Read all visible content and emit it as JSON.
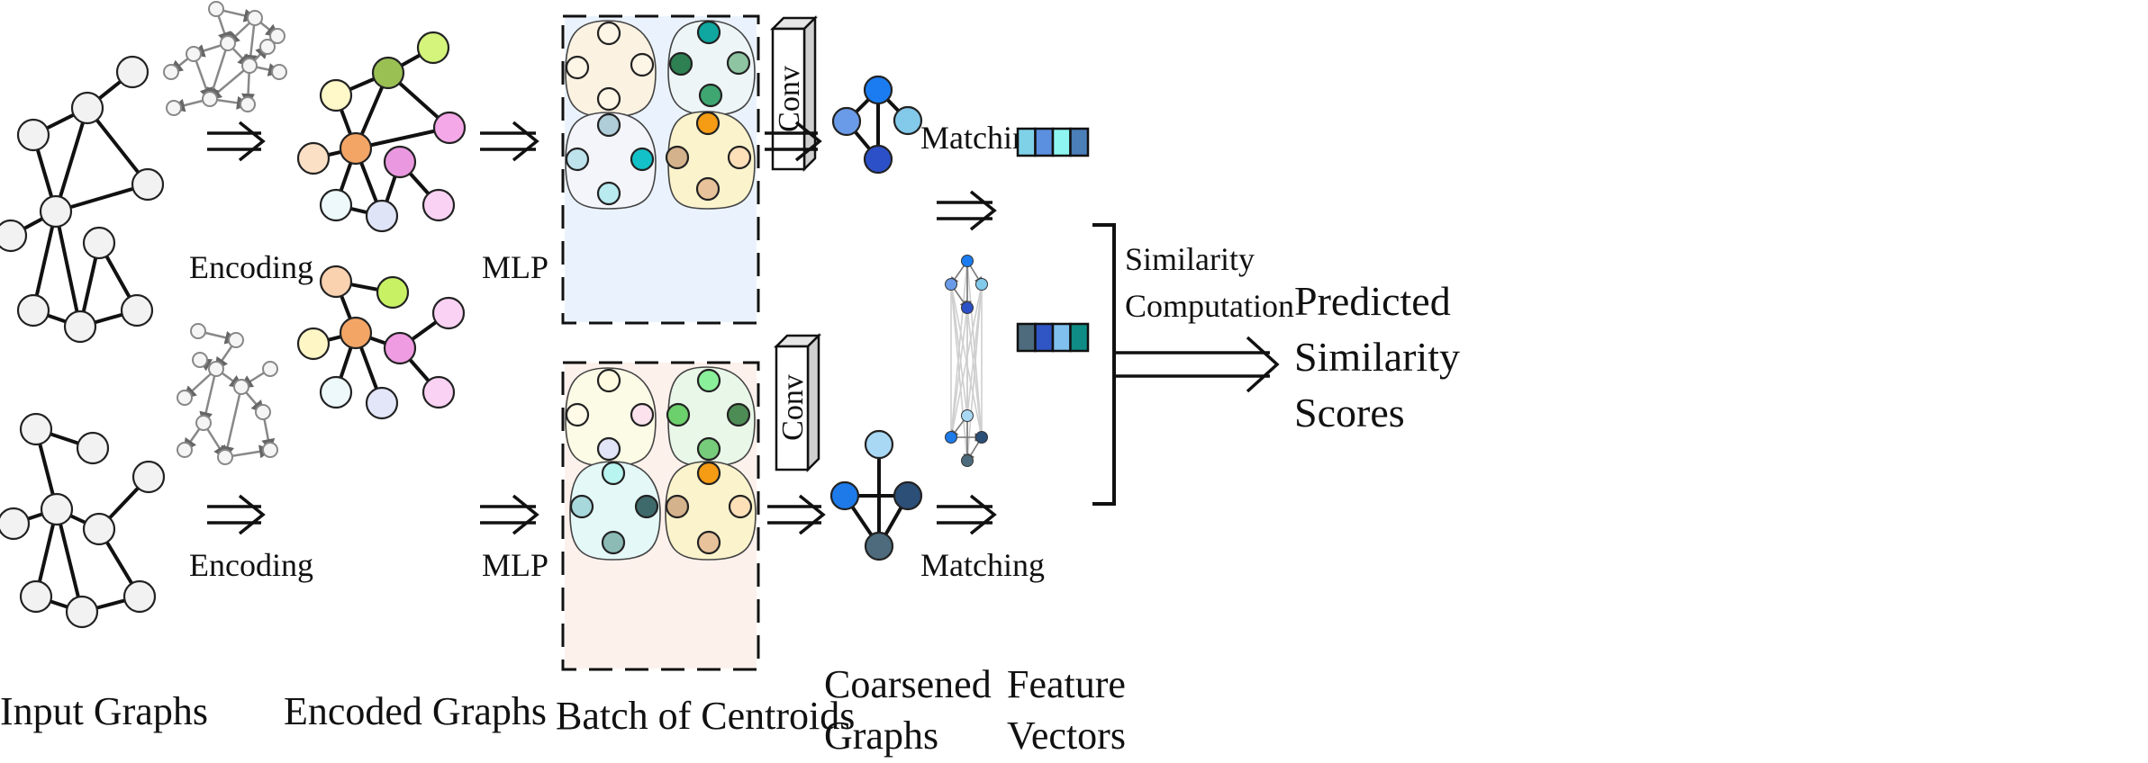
{
  "labels": {
    "encoding_top": "Encoding",
    "encoding_bottom": "Encoding",
    "mlp_top": "MLP",
    "mlp_bottom": "MLP",
    "matching_top": "Matching",
    "matching_bottom": "Matching",
    "conv_top": "Conv",
    "conv_bottom": "Conv",
    "similarity_line1": "Similarity",
    "similarity_line2": "Computation",
    "predicted_line1": "Predicted",
    "predicted_line2": "Similarity",
    "predicted_line3": "Scores"
  },
  "column_titles": {
    "input_graphs": "Input Graphs",
    "encoded_graphs": "Encoded Graphs",
    "batch_of_centroids": "Batch of Centroids",
    "coarsened_line1": "Coarsened",
    "coarsened_line2": "Graphs",
    "feature_line1": "Feature",
    "feature_line2": "Vectors"
  },
  "colors": {
    "input_node": "#f2f2f2",
    "top_batch_bg": "#eaf3fd",
    "bottom_batch_bg": "#fdf1ec",
    "feature_top": [
      "#7fd1e8",
      "#5b8fe0",
      "#8ef5f0",
      "#4a7fb8"
    ],
    "feature_bottom": [
      "#4d6b7c",
      "#2f56c4",
      "#7fc0ee",
      "#0f8c86"
    ]
  }
}
